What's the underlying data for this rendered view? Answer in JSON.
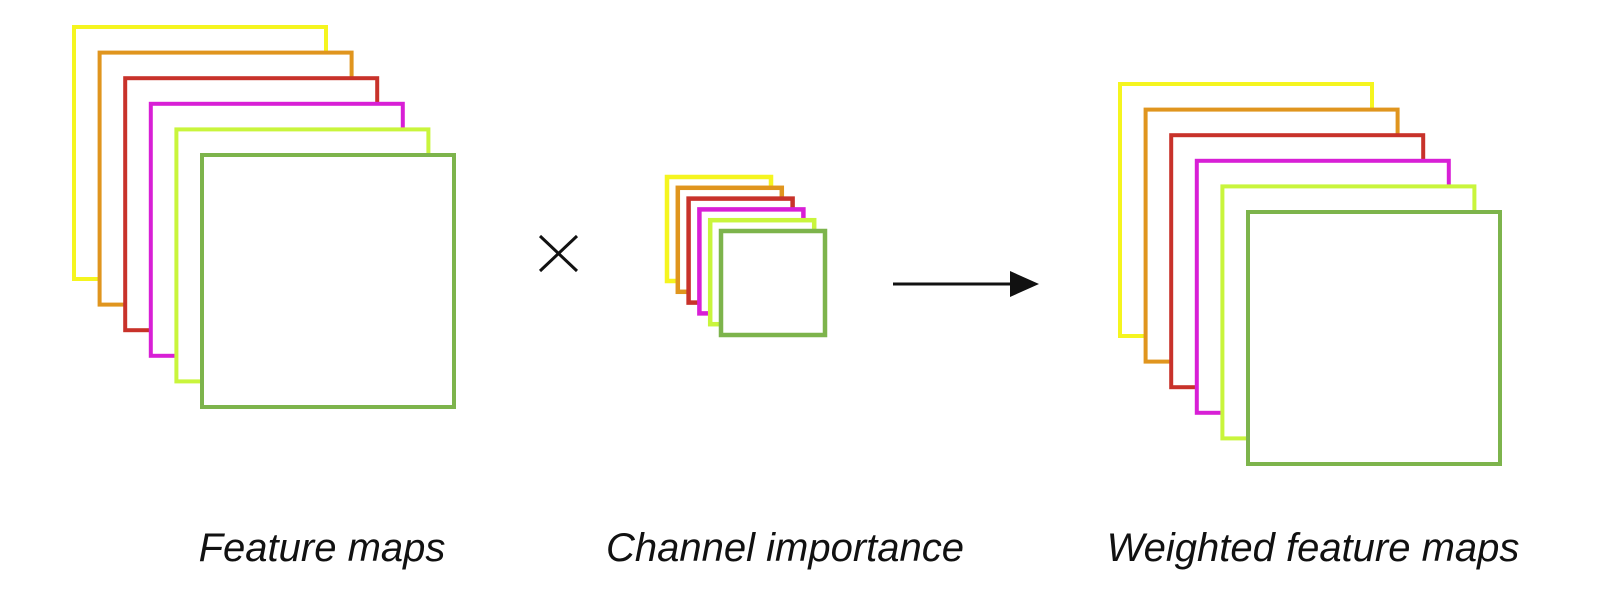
{
  "captions": {
    "feature_maps": "Feature maps",
    "channel_importance": "Channel importance",
    "weighted_feature_maps": "Weighted feature maps"
  },
  "operators": {
    "multiply": "×",
    "arrow": "→"
  },
  "channel_colors": [
    "#f5f51f",
    "#e0951e",
    "#c8322a",
    "#d81fd6",
    "#c9f53c",
    "#7db44c"
  ]
}
